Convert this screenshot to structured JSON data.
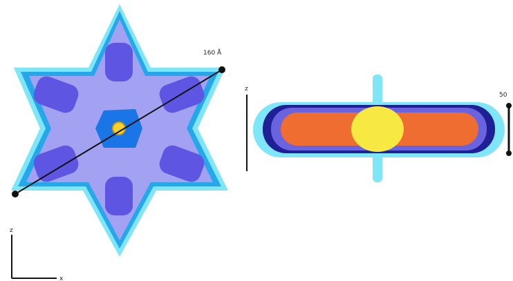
{
  "labels": {
    "dimension_star": "160 Å",
    "dimension_side": "50",
    "axis_x": "x",
    "axis_z": "z",
    "scale_side_small": "z"
  },
  "colors": {
    "outer_glow": "#7fe6f7",
    "outer_blue": "#25a7ea",
    "star_fill": "#a3a1f2",
    "inner_lobes": "#5f55e3",
    "core_blue": "#1a76e6",
    "core_yellow": "#f7d22a",
    "side_cyan": "#7fe6f7",
    "side_blue": "#1f1f96",
    "side_purple": "#6a63e0",
    "side_orange": "#f06d32",
    "side_yellow": "#f7e941",
    "line": "#111111"
  }
}
